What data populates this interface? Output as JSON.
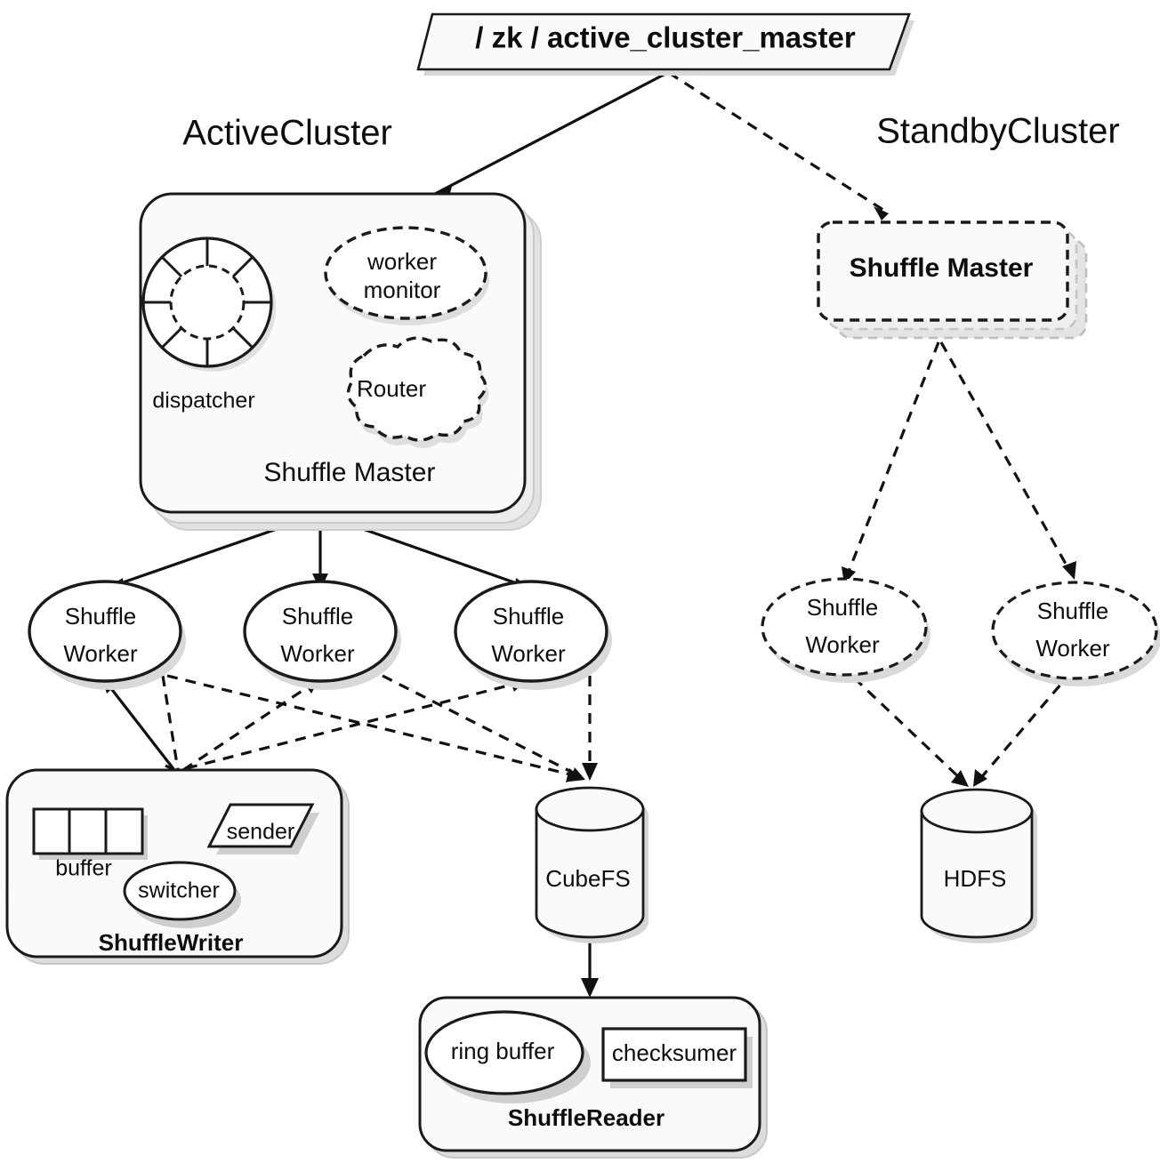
{
  "diagram": {
    "title_zk_node": "/ zk / active_cluster_master",
    "clusters": {
      "active": {
        "title": "ActiveCluster",
        "master": {
          "label": "Shuffle Master",
          "components": [
            {
              "name": "dispatcher",
              "label": "dispatcher",
              "shape": "ring"
            },
            {
              "name": "worker-monitor",
              "label_line1": "worker",
              "label_line2": "monitor",
              "shape": "dashed-ellipse"
            },
            {
              "name": "router",
              "label": "Router",
              "shape": "dashed-cloud"
            }
          ]
        },
        "workers": [
          {
            "line1": "Shuffle",
            "line2": "Worker"
          },
          {
            "line1": "Shuffle",
            "line2": "Worker"
          },
          {
            "line1": "Shuffle",
            "line2": "Worker"
          }
        ]
      },
      "standby": {
        "title": "StandbyCluster",
        "master": {
          "label": "Shuffle Master"
        },
        "workers": [
          {
            "line1": "Shuffle",
            "line2": "Worker"
          },
          {
            "line1": "Shuffle",
            "line2": "Worker"
          }
        ]
      }
    },
    "storage": [
      {
        "name": "cubefs",
        "label": "CubeFS"
      },
      {
        "name": "hdfs",
        "label": "HDFS"
      }
    ],
    "shuffle_writer": {
      "label": "ShuffleWriter",
      "buffer_label": "buffer",
      "buffer_cells": 3,
      "sender_label": "sender",
      "switcher_label": "switcher"
    },
    "shuffle_reader": {
      "label": "ShuffleReader",
      "ring_buffer_label": "ring buffer",
      "checksumer_label": "checksumer"
    },
    "colors": {
      "stroke": "#1a1a1a",
      "fill": "#fafafa",
      "shadow": "#d8d8d8",
      "background": "#ffffff",
      "text": "#0d0d0d"
    }
  }
}
